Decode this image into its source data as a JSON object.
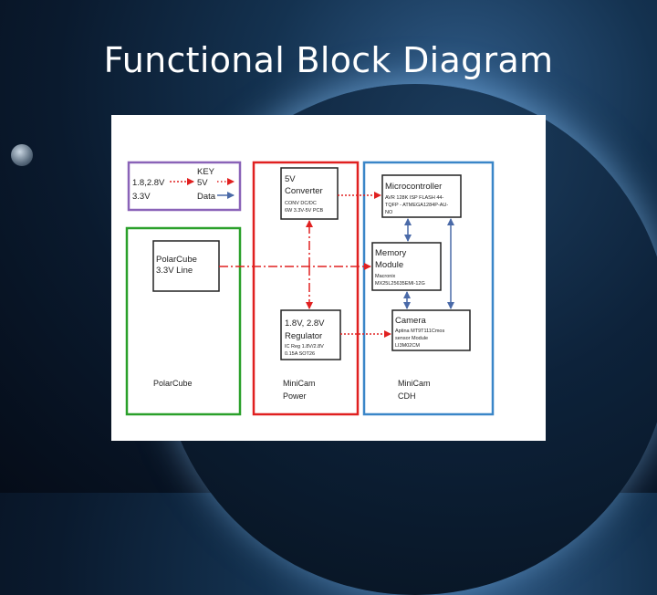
{
  "slide": {
    "title": "Functional Block Diagram"
  },
  "colors": {
    "purple": "#8a63b8",
    "red": "#e02020",
    "green": "#2aa02a",
    "blue": "#3a86c8",
    "arrow_blue": "#4a6aa8"
  },
  "legend": {
    "row1_voltage": "1.8,2.8V",
    "row1_key": "KEY",
    "row2_key": "5V",
    "row3_voltage": "3.3V",
    "row3_key": "Data"
  },
  "diagram": {
    "polarcube_line": [
      "PolarCube",
      "3.3V Line"
    ],
    "polarcube_label": "PolarCube",
    "converter": {
      "title": [
        "5V",
        "Converter"
      ],
      "detail": [
        "CONV DC/DC",
        "6W 3.3V-5V PCB"
      ]
    },
    "regulator": {
      "title": [
        "1.8V, 2.8V",
        "Regulator"
      ],
      "detail": [
        "IC Reg 1.8V/2.8V",
        "0.15A SOT26"
      ]
    },
    "power_label": [
      "MiniCam",
      "Power"
    ],
    "microcontroller": {
      "title": "Microcontroller",
      "detail": [
        "AVR 128K ISP FLASH 44-",
        "TQFP - ATMEGA1284P-AU-",
        "NO"
      ]
    },
    "memory": {
      "title": [
        "Memory",
        "Module"
      ],
      "detail": [
        "Macronix",
        "MX25L25635EMI-12G"
      ]
    },
    "camera": {
      "title": "Camera",
      "detail": [
        "Aptina MT9T111Cmos",
        "sensor Module",
        "LI3M02CM"
      ]
    },
    "cdh_label": [
      "MiniCam",
      "CDH"
    ]
  }
}
